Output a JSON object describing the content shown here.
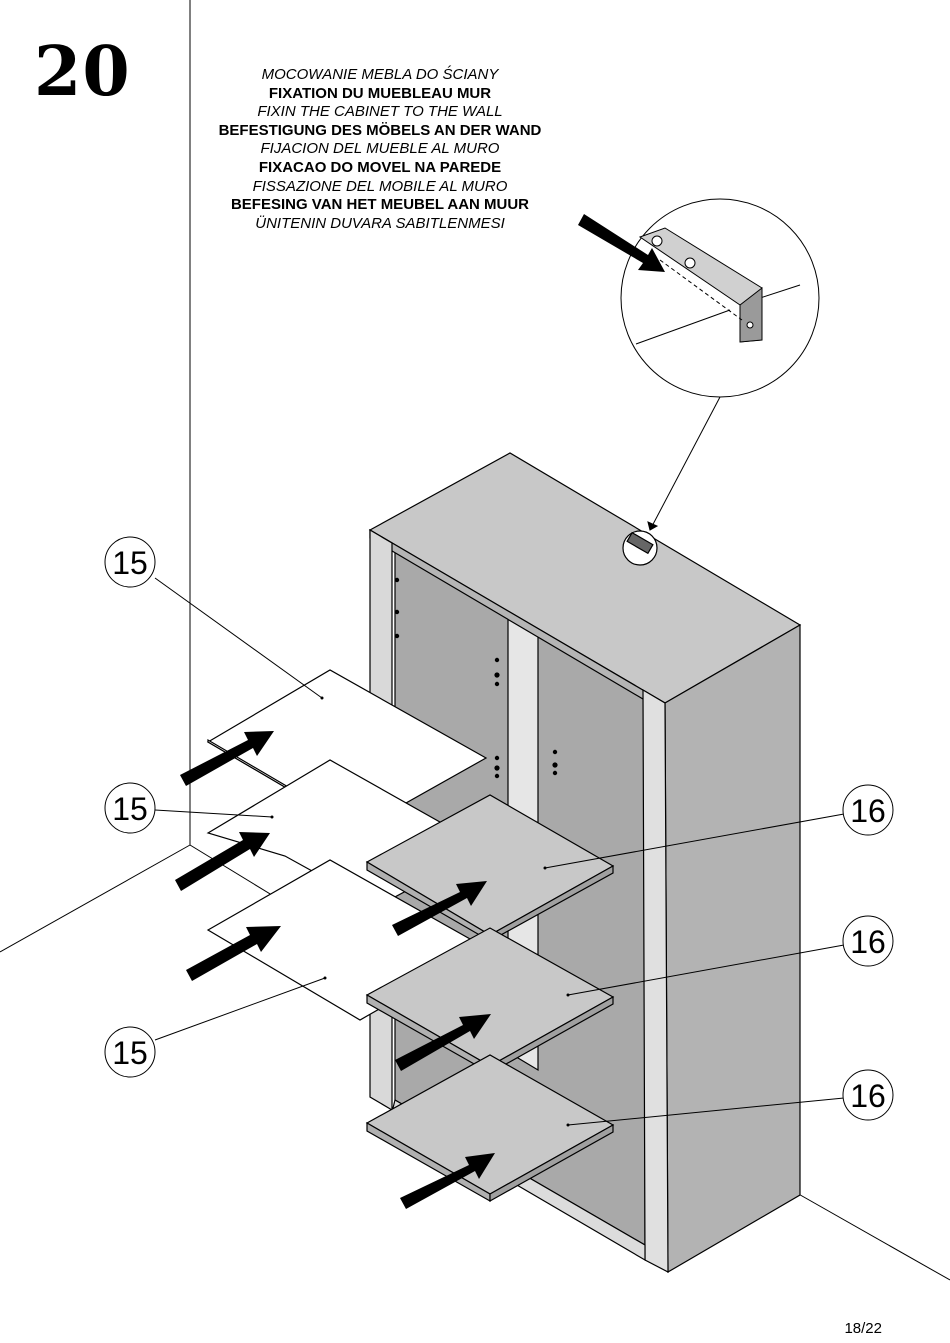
{
  "step": {
    "number": "20"
  },
  "title": {
    "lines": [
      {
        "text": "MOCOWANIE MEBLA DO ŚCIANY",
        "style": "italic"
      },
      {
        "text": "FIXATION DU MUEBLEAU MUR",
        "style": "bold"
      },
      {
        "text": "FIXIN THE CABINET TO THE WALL",
        "style": "italic"
      },
      {
        "text": "BEFESTIGUNG DES MÖBELS AN DER WAND",
        "style": "bold"
      },
      {
        "text": "FIJACION DEL MUEBLE AL MURO",
        "style": "italic"
      },
      {
        "text": "FIXACAO DO MOVEL NA PAREDE",
        "style": "bold"
      },
      {
        "text": "FISSAZIONE DEL MOBILE AL MURO",
        "style": "italic"
      },
      {
        "text": "BEFESING VAN HET MEUBEL AAN MUUR",
        "style": "bold"
      },
      {
        "text": "ÜNITENIN DUVARA SABITLENMESI",
        "style": "italic"
      }
    ]
  },
  "callouts": {
    "glass_shelf_top": "15",
    "glass_shelf_mid": "15",
    "glass_shelf_bottom": "15",
    "wood_shelf_top": "16",
    "wood_shelf_mid": "16",
    "wood_shelf_bottom": "16"
  },
  "colors": {
    "panel_gray": "#c8c8c8",
    "panel_dark": "#a9a9a9",
    "line": "#000000",
    "white": "#ffffff"
  },
  "footer": {
    "page": "18/22"
  }
}
